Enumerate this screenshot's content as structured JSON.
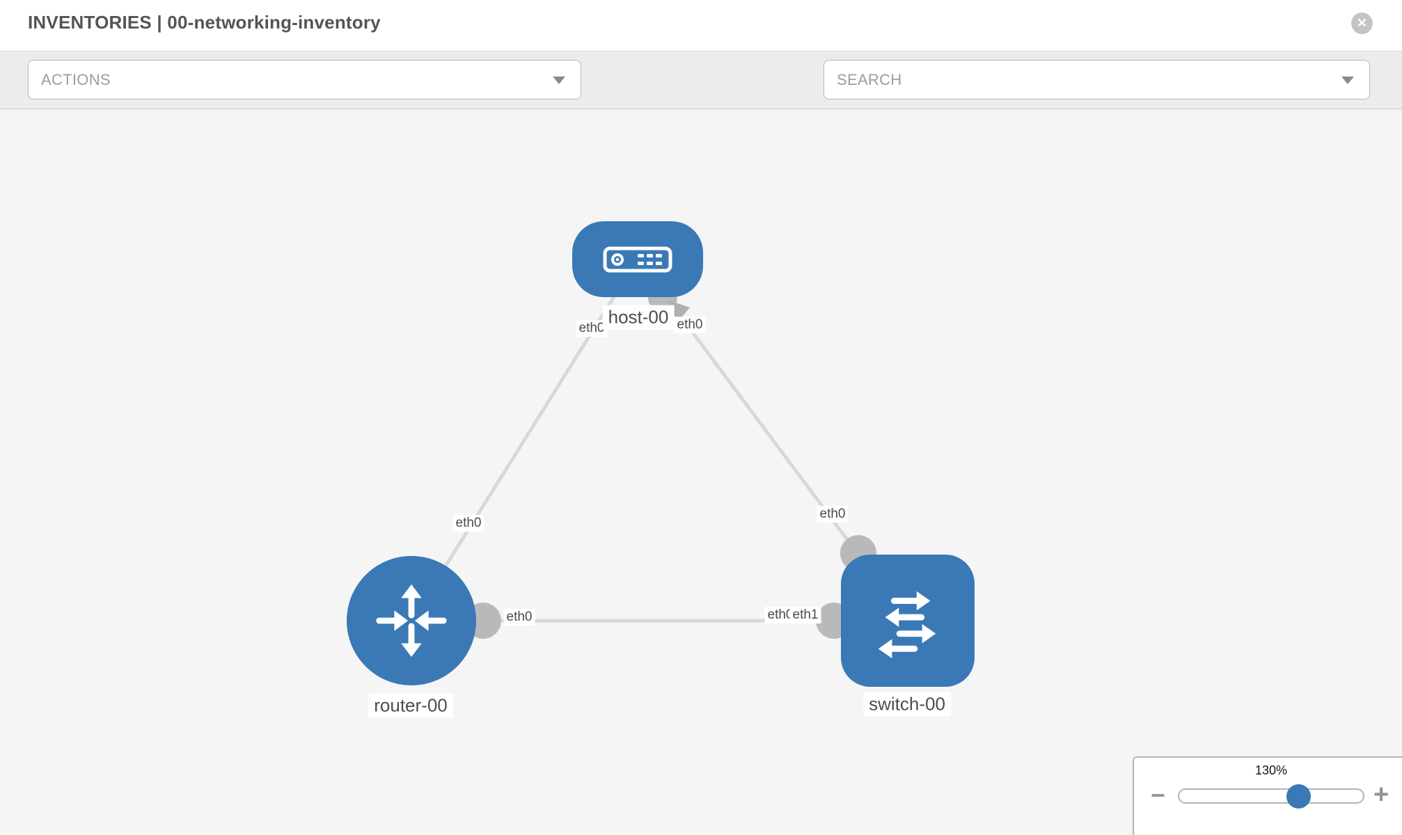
{
  "header": {
    "title": "INVENTORIES | 00-networking-inventory"
  },
  "toolbar": {
    "actions_label": "ACTIONS",
    "search_placeholder": "SEARCH",
    "icons": [
      "wrench-icon",
      "key-icon"
    ]
  },
  "icons": {
    "close": "✕",
    "minus": "−",
    "plus": "+",
    "caret": "caret-down"
  },
  "colors": {
    "node_blue": "#3a79b5",
    "link_gray": "#d8d8d8",
    "bubble_gray": "#b9b9b9",
    "canvas_bg": "#f5f5f5",
    "toolbar_bg": "#ececec"
  },
  "canvas": {
    "nodes": [
      {
        "id": "host-00",
        "type": "host",
        "label": "host-00"
      },
      {
        "id": "router-00",
        "type": "router",
        "label": "router-00"
      },
      {
        "id": "switch-00",
        "type": "switch",
        "label": "switch-00"
      }
    ],
    "links": [
      {
        "from": "host-00",
        "from_port": "eth0",
        "to": "router-00",
        "to_port": "eth0"
      },
      {
        "from": "host-00",
        "from_port": "eth0",
        "to": "switch-00",
        "to_port": "eth0"
      },
      {
        "from": "router-00",
        "from_port": "eth0",
        "to": "switch-00",
        "to_port": "eth1"
      }
    ],
    "overlap_labels": {
      "under": "eth0",
      "over": "eth1"
    }
  },
  "zoom_control": {
    "value": "130%",
    "percent": 64
  }
}
